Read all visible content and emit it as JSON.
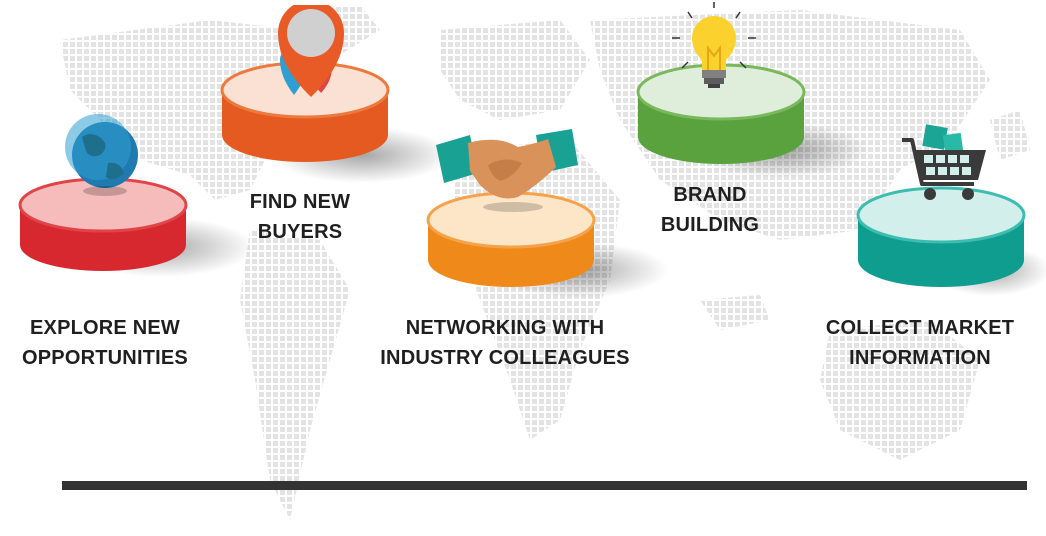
{
  "items": [
    {
      "line1": "EXPLORE NEW",
      "line2": "OPPORTUNITIES",
      "icon": "globe-icon",
      "color": "#e8323a"
    },
    {
      "line1": "FIND NEW",
      "line2": "BUYERS",
      "icon": "map-pin-icon",
      "color": "#e8622a"
    },
    {
      "line1": "NETWORKING WITH",
      "line2": "INDUSTRY COLLEAGUES",
      "icon": "handshake-icon",
      "color": "#f28e1e"
    },
    {
      "line1": "BRAND",
      "line2": "BUILDING",
      "icon": "light-bulb-icon",
      "color": "#6aa84f"
    },
    {
      "line1": "COLLECT MARKET",
      "line2": "INFORMATION",
      "icon": "shopping-cart-icon",
      "color": "#12a596"
    }
  ],
  "colors": {
    "divider": "#333333",
    "map_dots": "#e4e4e4",
    "text": "#1f1f1f"
  }
}
